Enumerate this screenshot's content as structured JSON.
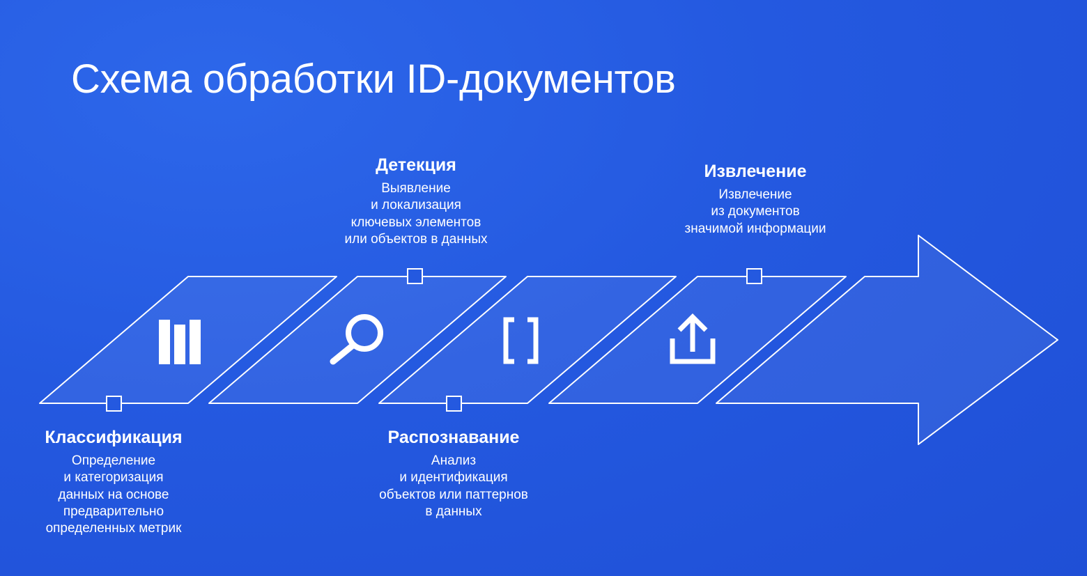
{
  "title": "Схема обработки ID-документов",
  "colors": {
    "background": "#2459e0",
    "foreground": "#ffffff"
  },
  "steps": [
    {
      "id": "classification",
      "title": "Классификация",
      "description": [
        "Определение",
        "и категоризация",
        "данных на основе",
        "предварительно",
        "определенных метрик"
      ],
      "icon": "bar-chart-icon",
      "label_position": "below"
    },
    {
      "id": "detection",
      "title": "Детекция",
      "description": [
        "Выявление",
        "и локализация",
        "ключевых элементов",
        "или объектов в данных"
      ],
      "icon": "magnifier-icon",
      "label_position": "above"
    },
    {
      "id": "recognition",
      "title": "Распознавание",
      "description": [
        "Анализ",
        "и идентификация",
        "объектов или паттернов",
        "в данных"
      ],
      "icon": "brackets-icon",
      "label_position": "below"
    },
    {
      "id": "extraction",
      "title": "Извлечение",
      "description": [
        "Извлечение",
        "из документов",
        "значимой информации"
      ],
      "icon": "upload-icon",
      "label_position": "above"
    }
  ]
}
